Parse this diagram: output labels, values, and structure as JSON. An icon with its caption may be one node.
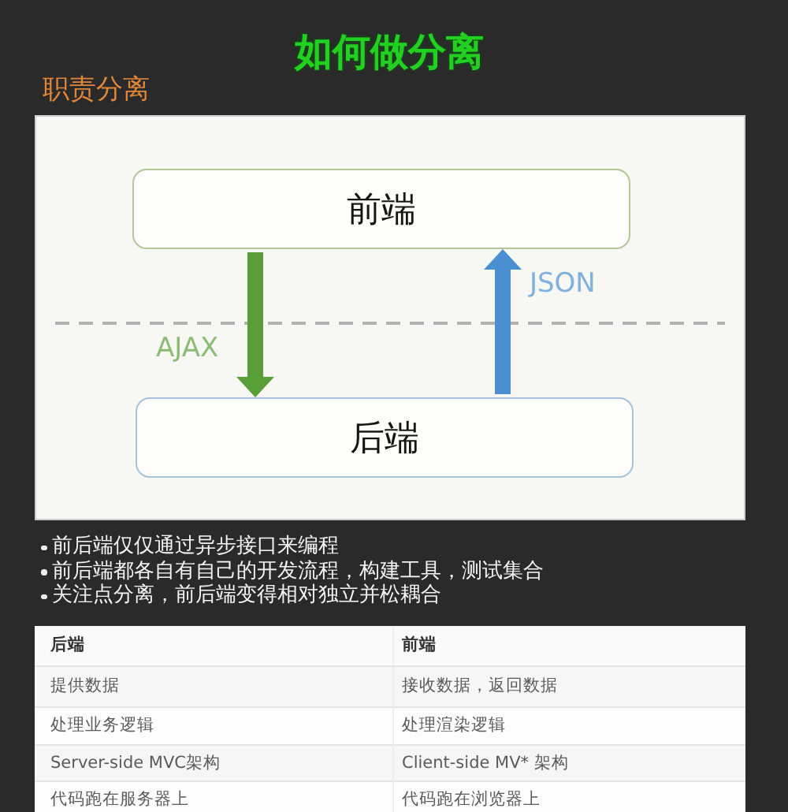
{
  "diagram": {
    "title": "如何做分离",
    "nodes": [
      {
        "text": [
          "前端"
        ]
      },
      {
        "text": [
          "后端"
        ]
      }
    ],
    "edges": [
      {
        "from": 0,
        "to": 1,
        "arrow": "to",
        "label": "AJAX",
        "color": "#5a9e3a"
      },
      {
        "from": 1,
        "to": 0,
        "arrow": "to",
        "label": "JSON",
        "color": "#4a8fd0"
      }
    ],
    "labels": [
      "职责分离",
      "前后端仅仅通过异步接口来编程",
      "前后端都各自有自己的开发流程，构建工具，测试集合",
      "关注点分离，前后端变得相对独立并松耦合",
      "后端",
      "前端",
      "提供数据",
      "接收数据，返回数据",
      "处理业务逻辑",
      "处理渲染逻辑",
      "Server-side MVC架构",
      "Client-side MV* 架构",
      "代码跑在服务器上",
      "代码跑在浏览器上"
    ]
  }
}
